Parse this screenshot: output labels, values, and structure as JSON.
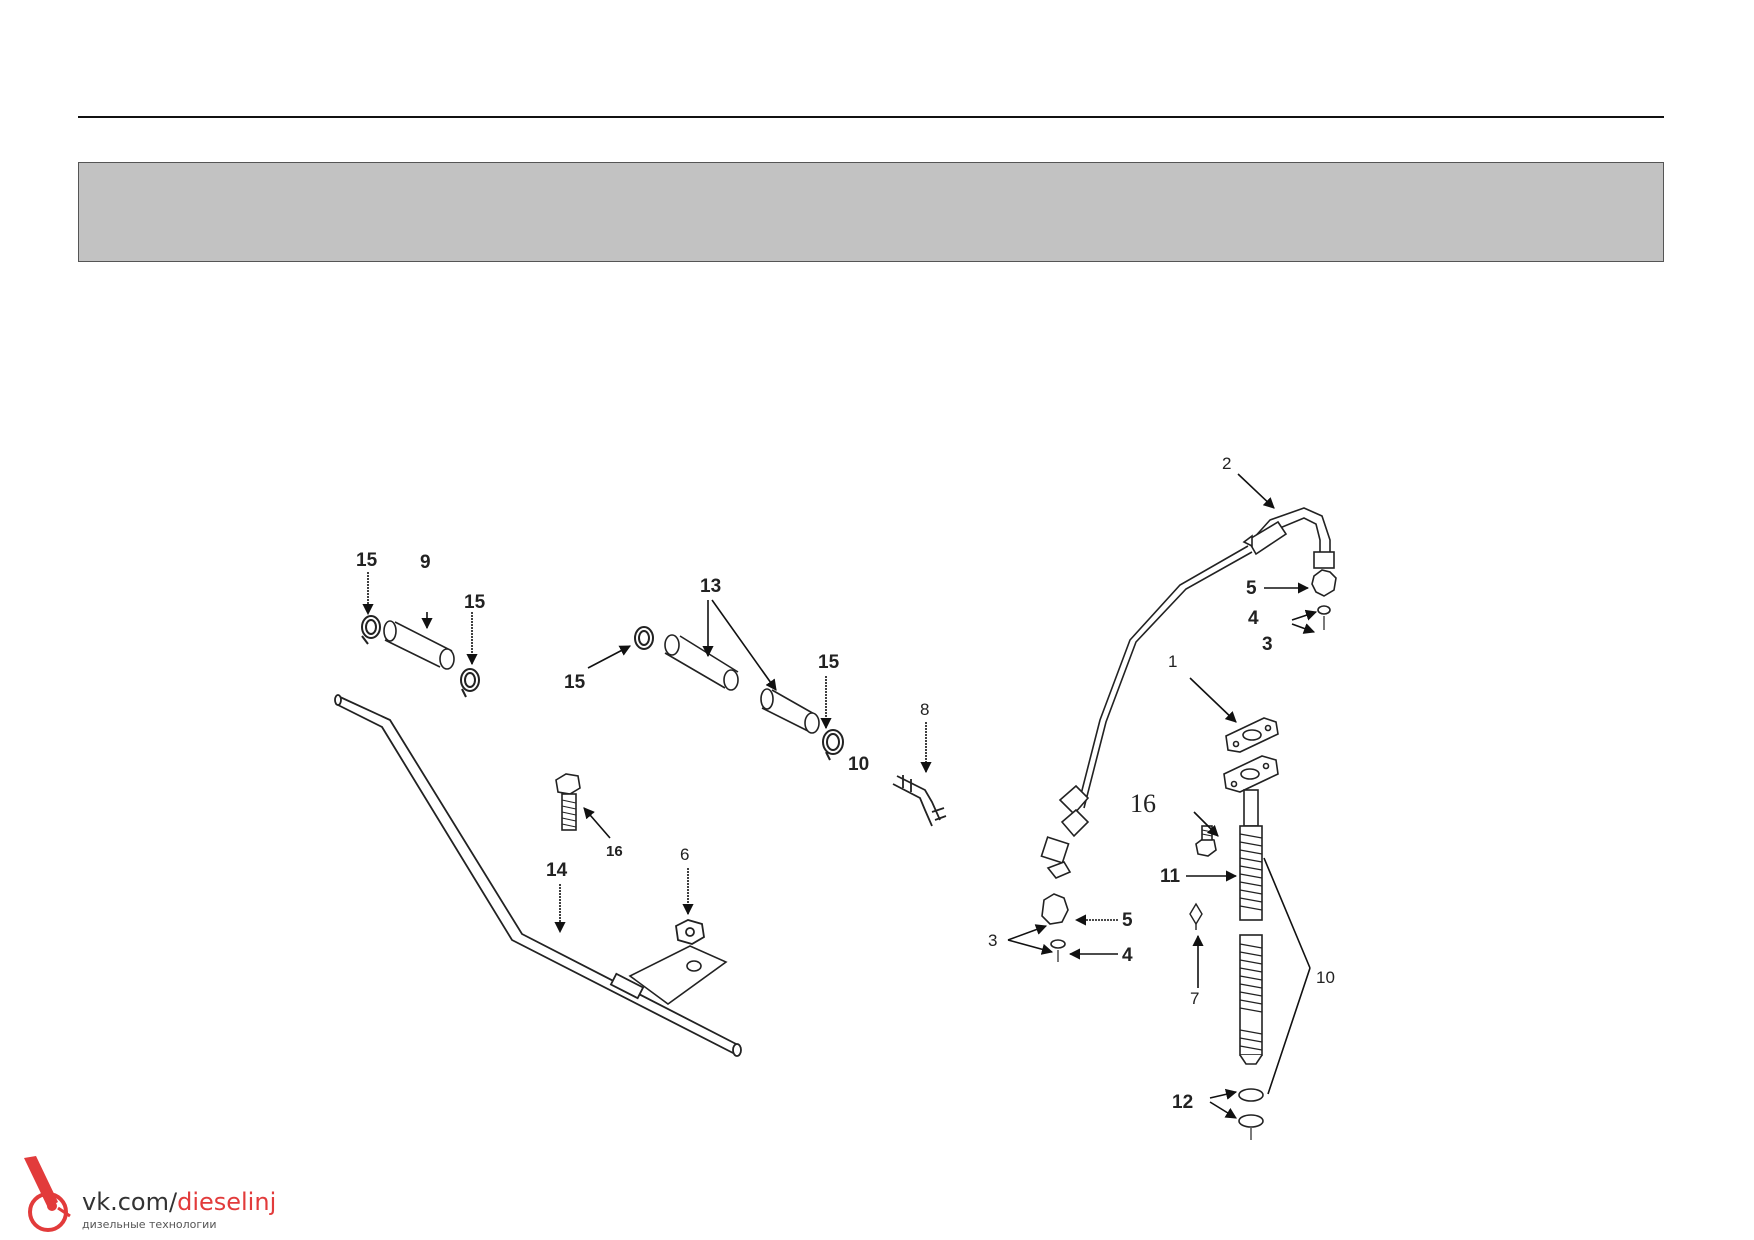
{
  "diagram": {
    "callouts": [
      "1",
      "2",
      "3",
      "3",
      "4",
      "4",
      "5",
      "5",
      "6",
      "7",
      "8",
      "9",
      "10",
      "10",
      "11",
      "12",
      "13",
      "14",
      "15",
      "15",
      "15",
      "15",
      "16",
      "16"
    ]
  },
  "watermark": {
    "domain_prefix": "vk.com/",
    "domain_name": "dieselinj",
    "tagline": "дизельные технологии",
    "logo_icon": "injector-logo-icon",
    "accent_color": "#e23b3b"
  }
}
